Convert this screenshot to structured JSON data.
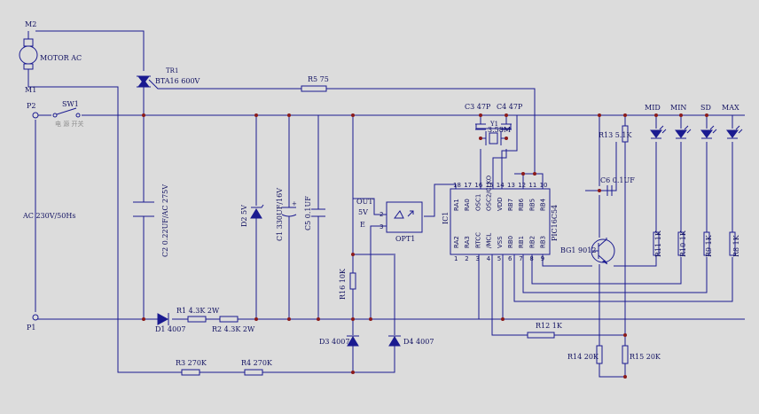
{
  "nodes": {
    "m2": "M2",
    "m1": "M1",
    "p2": "P2",
    "p1": "P1"
  },
  "labels": {
    "motor": "MOTOR AC",
    "sw1": "SW1",
    "sw1_cn": "电 源 开关",
    "ac_source": "AC 230V/50Hs",
    "tr1": "TR1",
    "triac": "BTA16 600V",
    "r5": "R5 75",
    "c3": "C3 47P",
    "c4": "C4 47P",
    "y1": "Y1",
    "xtal": "3.58M",
    "r13": "R13 5.1K",
    "c6": "C6 0.1UF",
    "c2": "C2 0.22UF/AC 275V",
    "d2": "D2 5V",
    "c1": "C1 330UF/16V",
    "c5": "C5 0.1UF",
    "opto_out": "OUT",
    "opto_5v": "5V",
    "opto_e": "E",
    "opto_name": "OPT1",
    "r16": "R16 10K",
    "ic1": "IC1",
    "ic_name": "PIC16C54",
    "q1": "BG1 9012",
    "r11": "R11 1K",
    "r10": "R10 1K",
    "r9": "R9 1K",
    "r8": "R8 1K",
    "r1": "R1 4.3K 2W",
    "r2": "R2 4.3K 2W",
    "d1": "D1 4007",
    "d3": "D3 4007",
    "d4": "D4 4007",
    "r12": "R12 1K",
    "r14": "R14 20K",
    "r15": "R15 20K",
    "r3": "R3 270K",
    "r4": "R4 270K"
  },
  "leds": [
    "MID",
    "MIN",
    "SD",
    "MAX"
  ],
  "ic_top_pins": {
    "numbers": [
      "18",
      "17",
      "16",
      "15",
      "14",
      "13",
      "12",
      "11",
      "10"
    ],
    "names": [
      "RA1",
      "RA0",
      "OSC1",
      "OSC2/CLKO",
      "VDD",
      "RB7",
      "RB6",
      "RB5",
      "RB4"
    ]
  },
  "ic_bottom_pins": {
    "numbers": [
      "1",
      "2",
      "3",
      "4",
      "5",
      "6",
      "7",
      "8",
      "9"
    ],
    "names": [
      "RA2",
      "RA3",
      "RTCC",
      "/MCL",
      "VSS",
      "RB0",
      "RB1",
      "RB2",
      "RB3"
    ]
  },
  "opto_pins": [
    "2",
    "3"
  ],
  "colors": {
    "wire": "#1a1a90",
    "junction": "#8b1a1a",
    "background": "#dcdcdc"
  }
}
